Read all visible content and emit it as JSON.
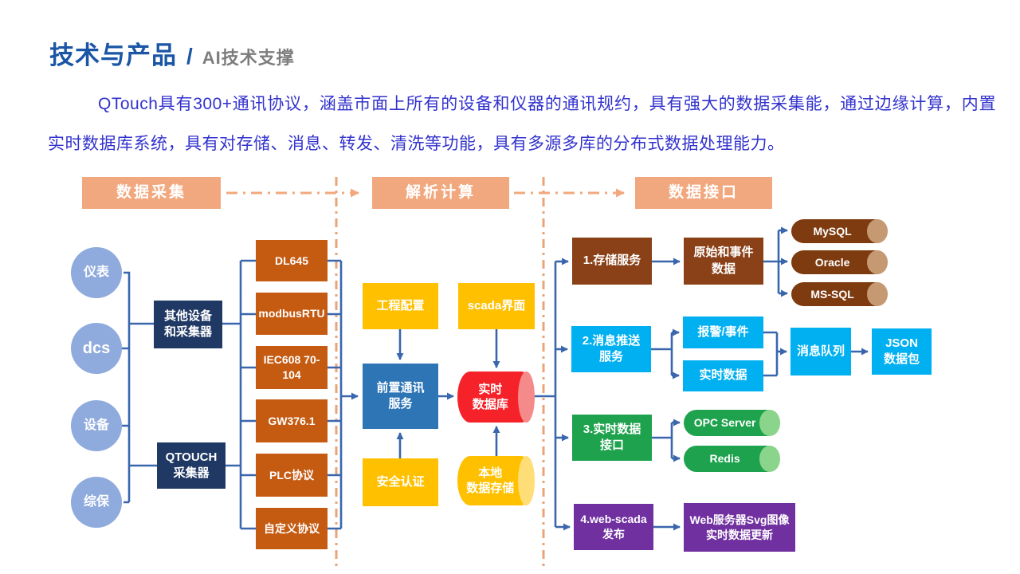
{
  "header": {
    "title": "技术与产品",
    "separator": "/",
    "subtitle": "AI技术支撑"
  },
  "intro": "QTouch具有300+通讯协议，涵盖市面上所有的设备和仪器的通讯规约，具有强大的数据采集能，通过边缘计算，内置实时数据库系统，具有对存储、消息、转发、清洗等功能，具有多源多库的分布式数据处理能力。",
  "stages": [
    "数据采集",
    "解析计算",
    "数据接口"
  ],
  "sources": [
    "仪表",
    "dcs",
    "设备",
    "综保"
  ],
  "collectors": [
    "其他设备\n和采集器",
    "QTOUCH\n采集器"
  ],
  "protocols": [
    "DL645",
    "modbusRTU",
    "IEC608 70-104",
    "GW376.1",
    "PLC协议",
    "自定义协议"
  ],
  "parse": {
    "config": "工程配置",
    "scada": "scada界面",
    "front": "前置通讯\n服务",
    "rtdb": "实时\n数据库",
    "auth": "安全认证",
    "local": "本地\n数据存储"
  },
  "interfaces": {
    "storage": {
      "service": "1.存储服务",
      "data": "原始和事件\n数据",
      "dbs": [
        "MySQL",
        "Oracle",
        "MS-SQL"
      ]
    },
    "message": {
      "service": "2.消息推送\n服务",
      "alarm": "报警/事件",
      "realtime": "实时数据",
      "queue": "消息队列",
      "json": "JSON\n数据包"
    },
    "realtime": {
      "service": "3.实时数据\n接口",
      "opc": "OPC Server",
      "redis": "Redis"
    },
    "web": {
      "service": "4.web-scada\n发布",
      "server": "Web服务器Svg图像\n实时数据更新"
    }
  },
  "colors": {
    "title_blue": "#1A56A5",
    "subtitle_gray": "#7D7D7D",
    "intro_blue": "#3232CE",
    "stage_salmon": "#F2A87E",
    "source_circle": "#8FAADC",
    "collector_navy": "#1F3864",
    "protocol_brown": "#C55A11",
    "yellow": "#FFC000",
    "front_blue": "#2E75B6",
    "rtdb_red": "#F5222A",
    "storage_brown": "#8A4117",
    "db_cylinder_brown": "#7E3B10",
    "message_cyan": "#00B0F0",
    "realtime_green": "#1FA24D",
    "web_purple": "#7030A0",
    "wire_blue": "#3A66AD",
    "divider_orange": "#E8A678"
  }
}
